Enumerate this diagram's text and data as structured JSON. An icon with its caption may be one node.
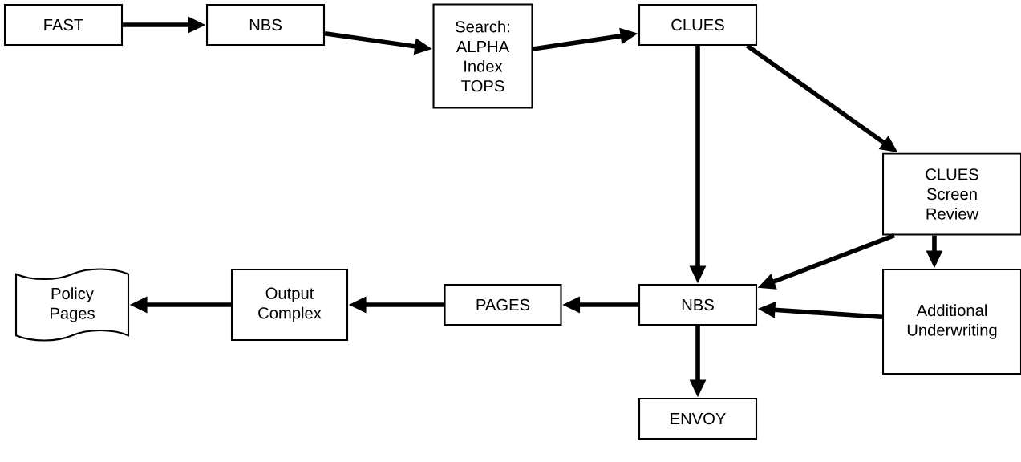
{
  "diagram": {
    "nodes": [
      {
        "text": [
          "FAST"
        ]
      },
      {
        "text": [
          "NBS"
        ]
      },
      {
        "text": [
          "Search:",
          "ALPHA Index TOPS"
        ]
      },
      {
        "text": [
          "CLUES"
        ]
      },
      {
        "text": [
          "CLUES Screen Review"
        ]
      },
      {
        "text": [
          "Additional Underwriting"
        ]
      },
      {
        "text": [
          "NBS"
        ]
      },
      {
        "text": [
          "PAGES"
        ]
      },
      {
        "text": [
          "Output Complex"
        ]
      },
      {
        "text": [
          "Policy Pages"
        ]
      },
      {
        "text": [
          "ENVOY"
        ]
      }
    ],
    "edges": [
      {
        "from": 0,
        "to": 1,
        "arrow": "to"
      },
      {
        "from": 1,
        "to": 2,
        "arrow": "to"
      },
      {
        "from": 2,
        "to": 3,
        "arrow": "to"
      },
      {
        "from": 3,
        "to": 6,
        "arrow": "to"
      },
      {
        "from": 3,
        "to": 4,
        "arrow": "to"
      },
      {
        "from": 4,
        "to": 6,
        "arrow": "to"
      },
      {
        "from": 4,
        "to": 5,
        "arrow": "to"
      },
      {
        "from": 5,
        "to": 6,
        "arrow": "to"
      },
      {
        "from": 6,
        "to": 7,
        "arrow": "to"
      },
      {
        "from": 7,
        "to": 8,
        "arrow": "to"
      },
      {
        "from": 8,
        "to": 9,
        "arrow": "to"
      },
      {
        "from": 6,
        "to": 10,
        "arrow": "to"
      }
    ]
  }
}
